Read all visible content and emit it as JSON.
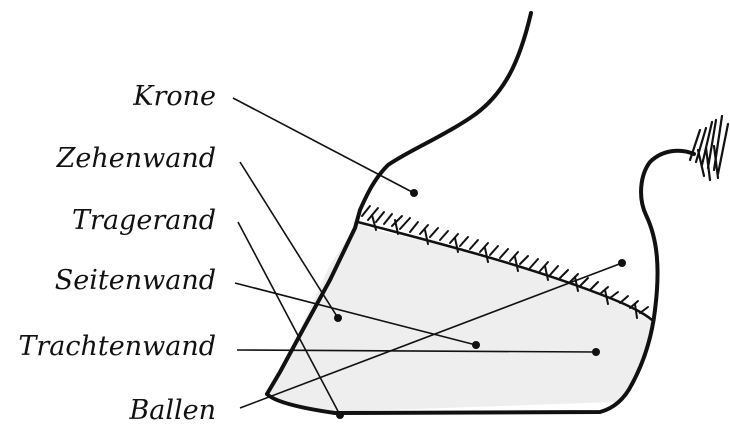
{
  "labels": {
    "krone": "Krone",
    "zehenwand": "Zehenwand",
    "tragerand": "Tragerand",
    "seitenwand": "Seitenwand",
    "trachtenwand": "Trachtenwand",
    "ballen": "Ballen"
  },
  "colors": {
    "ink": "#111111",
    "hoof_fill": "#eeeeee",
    "background": "#ffffff"
  }
}
